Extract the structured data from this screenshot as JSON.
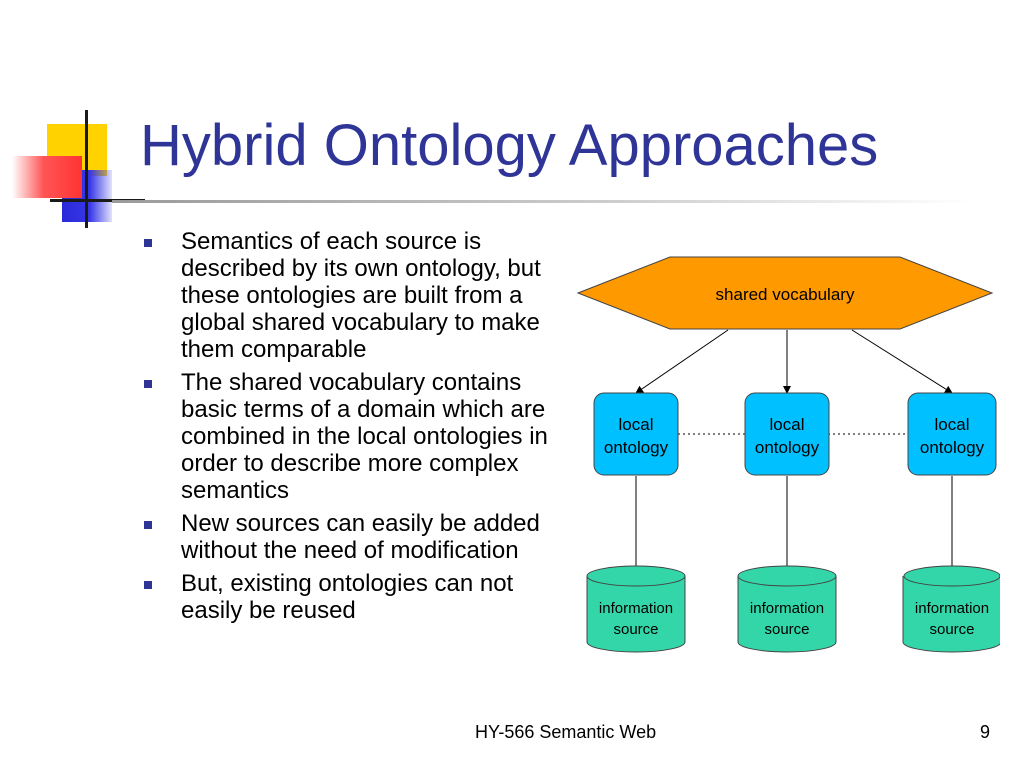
{
  "slide": {
    "title": "Hybrid Ontology Approaches",
    "bullets": [
      "Semantics of each source is described by its own ontology, but these ontologies are built from a global shared vocabulary to make them comparable",
      "The shared vocabulary contains basic terms of a domain which are combined in the local ontologies in order to describe more complex semantics",
      "New sources can easily be added without the need of modification",
      "But, existing ontologies can not easily be reused"
    ],
    "footer": {
      "course": "HY-566 Semantic Web",
      "page": "9"
    }
  },
  "diagram": {
    "shared_vocabulary": "shared vocabulary",
    "ontologies": [
      {
        "line1": "local",
        "line2": "ontology"
      },
      {
        "line1": "local",
        "line2": "ontology"
      },
      {
        "line1": "local",
        "line2": "ontology"
      }
    ],
    "sources": [
      {
        "line1": "information",
        "line2": "source"
      },
      {
        "line1": "information",
        "line2": "source"
      },
      {
        "line1": "information",
        "line2": "source"
      }
    ]
  },
  "colors": {
    "title": "#2f3597",
    "shared_vocabulary_fill": "#ff9900",
    "ontology_fill": "#00c0ff",
    "source_fill": "#33d6a8"
  }
}
